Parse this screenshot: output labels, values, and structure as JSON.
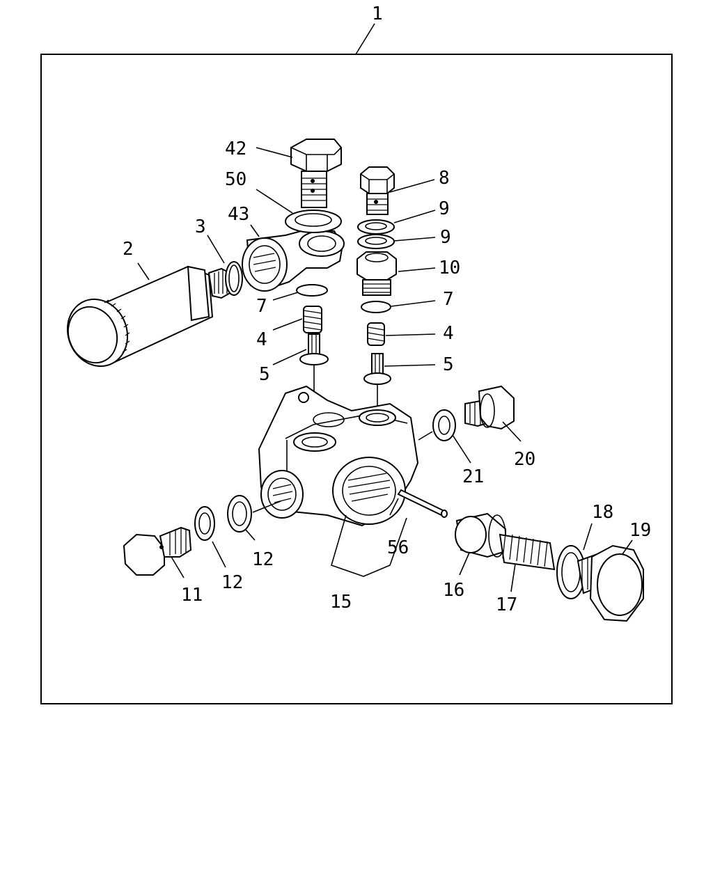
{
  "labels": {
    "l1": "1",
    "l2": "2",
    "l3": "3",
    "l43": "43",
    "l42": "42",
    "l50": "50",
    "l8": "8",
    "l9a": "9",
    "l9b": "9",
    "l10": "10",
    "l7a": "7",
    "l7b": "7",
    "l4a": "4",
    "l4b": "4",
    "l5a": "5",
    "l5b": "5",
    "l21": "21",
    "l20": "20",
    "l56": "56",
    "l15": "15",
    "l11": "11",
    "l12a": "12",
    "l12b": "12",
    "l16": "16",
    "l17": "17",
    "l18": "18",
    "l19": "19"
  }
}
